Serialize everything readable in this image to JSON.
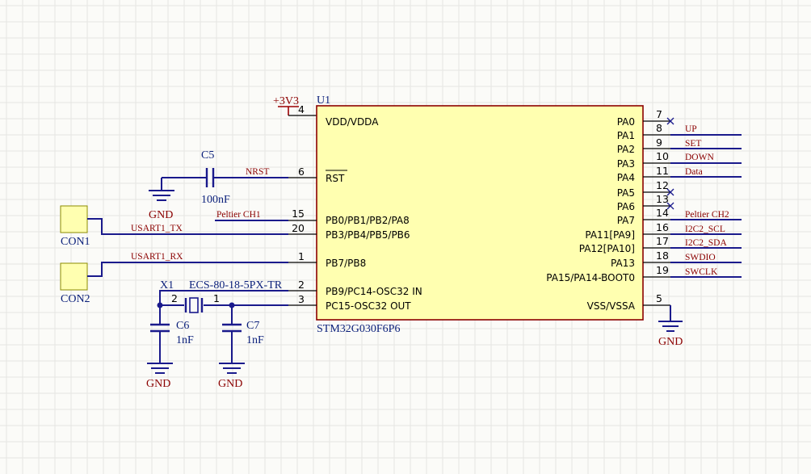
{
  "chip": {
    "ref": "U1",
    "part": "STM32G030F6P6",
    "left_pins": [
      {
        "num": "4",
        "name": "VDD/VDDA"
      },
      {
        "num": "6",
        "name": "RST"
      },
      {
        "num": "15",
        "name": "PB0/PB1/PB2/PA8"
      },
      {
        "num": "20",
        "name": "PB3/PB4/PB5/PB6"
      },
      {
        "num": "1",
        "name": "PB7/PB8"
      },
      {
        "num": "2",
        "name": "PB9/PC14-OSC32 IN"
      },
      {
        "num": "3",
        "name": "PC15-OSC32 OUT"
      }
    ],
    "right_pins": [
      {
        "num": "7",
        "name": "PA0",
        "net": "",
        "nc": true
      },
      {
        "num": "8",
        "name": "PA1",
        "net": "UP"
      },
      {
        "num": "9",
        "name": "PA2",
        "net": "SET"
      },
      {
        "num": "10",
        "name": "PA3",
        "net": "DOWN"
      },
      {
        "num": "11",
        "name": "PA4",
        "net": "Data"
      },
      {
        "num": "12",
        "name": "PA5",
        "net": "",
        "nc": true
      },
      {
        "num": "13",
        "name": "PA6",
        "net": "",
        "nc": true
      },
      {
        "num": "14",
        "name": "PA7",
        "net": "Peltier CH2"
      },
      {
        "num": "16",
        "name": "PA11[PA9]",
        "net": "I2C2_SCL"
      },
      {
        "num": "17",
        "name": "PA12[PA10]",
        "net": "I2C2_SDA"
      },
      {
        "num": "18",
        "name": "PA13",
        "net": "SWDIO"
      },
      {
        "num": "19",
        "name": "PA15/PA14-BOOT0",
        "net": "SWCLK"
      },
      {
        "num": "5",
        "name": "VSS/VSSA",
        "net": ""
      }
    ]
  },
  "power": {
    "vcc": "+3V3",
    "gnd": "GND"
  },
  "nets": {
    "nrst": "NRST",
    "peltier_ch1": "Peltier CH1",
    "usart1_tx": "USART1_TX",
    "usart1_rx": "USART1_RX"
  },
  "parts": {
    "c5": {
      "ref": "C5",
      "value": "100nF"
    },
    "c6": {
      "ref": "C6",
      "value": "1nF"
    },
    "c7": {
      "ref": "C7",
      "value": "1nF"
    },
    "x1": {
      "ref": "X1",
      "value": "ECS-80-18-5PX-TR",
      "pin_a": "2",
      "pin_b": "1"
    },
    "con1": {
      "ref": "CON1"
    },
    "con2": {
      "ref": "CON2"
    }
  },
  "colors": {
    "wire": "#1a1a8c",
    "body_fill": "#ffffb0",
    "body_stroke": "#8b0000",
    "power_red": "#9b0000"
  }
}
